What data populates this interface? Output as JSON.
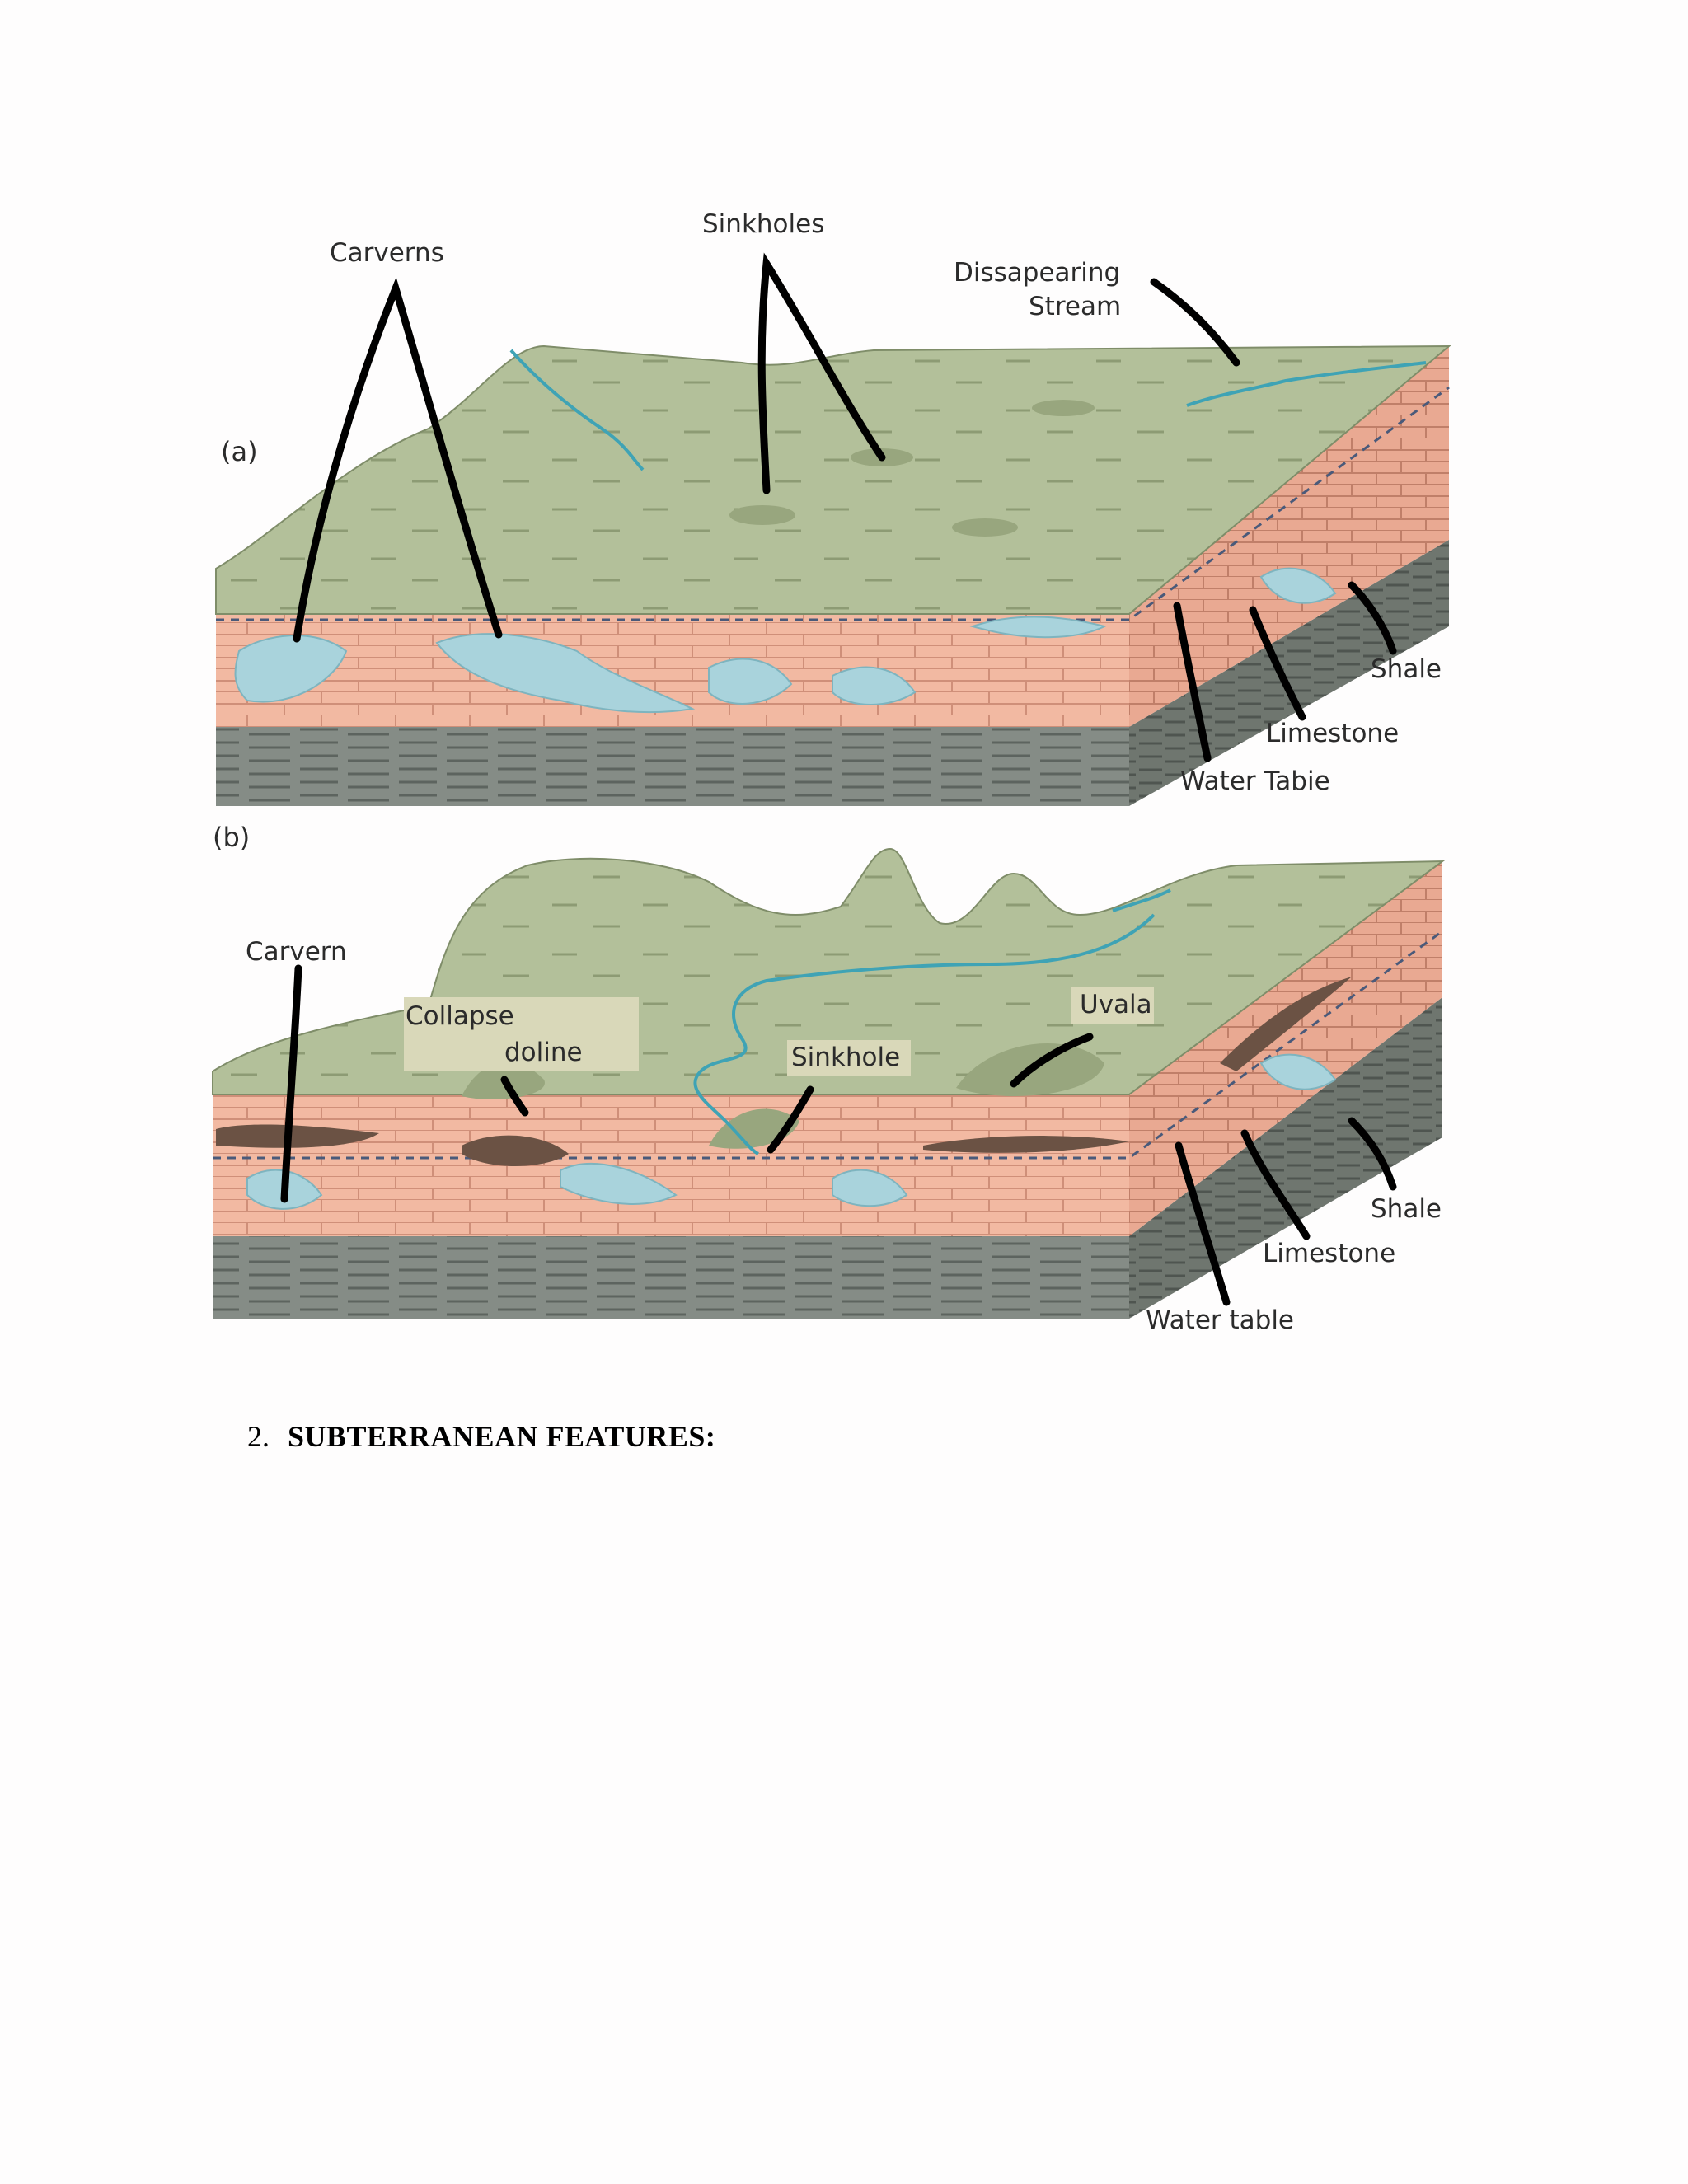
{
  "panel_a": {
    "tag": "(a)",
    "labels": {
      "caverns": "Carverns",
      "sinkholes": "Sinkholes",
      "stream_1": "Dissapearing",
      "stream_2": "Stream",
      "shale": "Shale",
      "limestone": "Limestone",
      "water_table": "Water Tabie"
    }
  },
  "panel_b": {
    "tag": "(b)",
    "labels": {
      "cavern": "Carvern",
      "collapse": "Collapse",
      "doline": "doline",
      "sinkhole": "Sinkhole",
      "uvala": "Uvala",
      "shale": "Shale",
      "limestone": "Limestone",
      "water_table": "Water table"
    }
  },
  "section": {
    "number": "2.",
    "title": "SUBTERRANEAN FEATURES:"
  },
  "colors": {
    "surface": "#b3c09a",
    "limestone": "#f2b9a2",
    "shale": "#7f8680",
    "water": "#a9d3dc",
    "stream": "#3fa3b5",
    "pointer": "#000000"
  }
}
